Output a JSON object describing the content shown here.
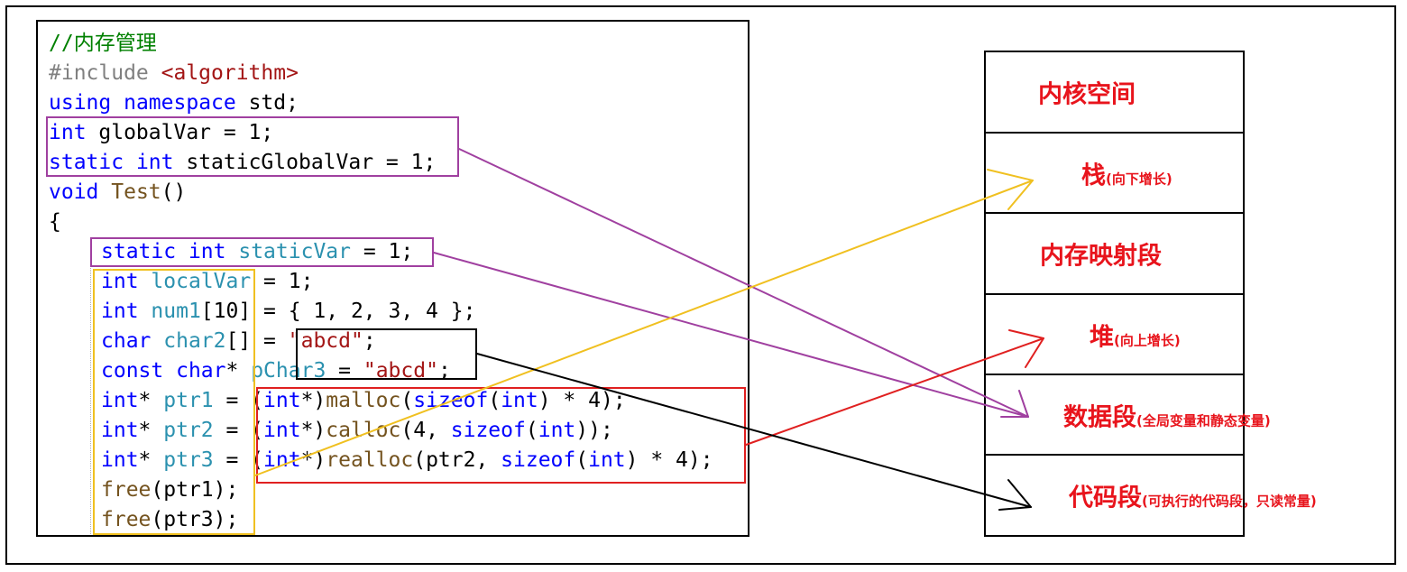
{
  "code": {
    "lines": [
      {
        "indent": false,
        "tokens": [
          {
            "c": "cm",
            "t": "//内存管理"
          }
        ]
      },
      {
        "indent": false,
        "tokens": [
          {
            "c": "pp",
            "t": "#include "
          },
          {
            "c": "str",
            "t": "<algorithm>"
          }
        ]
      },
      {
        "indent": false,
        "tokens": [
          {
            "c": "kw",
            "t": "using"
          },
          {
            "c": "plain",
            "t": " "
          },
          {
            "c": "kw",
            "t": "namespace"
          },
          {
            "c": "plain",
            "t": " std;"
          }
        ]
      },
      {
        "indent": false,
        "tokens": [
          {
            "c": "kw",
            "t": "int"
          },
          {
            "c": "plain",
            "t": " globalVar = 1;"
          }
        ]
      },
      {
        "indent": false,
        "tokens": [
          {
            "c": "kw",
            "t": "static"
          },
          {
            "c": "plain",
            "t": " "
          },
          {
            "c": "kw",
            "t": "int"
          },
          {
            "c": "plain",
            "t": " staticGlobalVar = 1;"
          }
        ]
      },
      {
        "indent": false,
        "tokens": [
          {
            "c": "kw",
            "t": "void"
          },
          {
            "c": "plain",
            "t": " "
          },
          {
            "c": "fn",
            "t": "Test"
          },
          {
            "c": "plain",
            "t": "()"
          }
        ]
      },
      {
        "indent": false,
        "tokens": [
          {
            "c": "plain",
            "t": "{"
          }
        ]
      },
      {
        "indent": true,
        "tokens": [
          {
            "c": "kw",
            "t": "static"
          },
          {
            "c": "plain",
            "t": " "
          },
          {
            "c": "kw",
            "t": "int"
          },
          {
            "c": "plain",
            "t": " "
          },
          {
            "c": "ty",
            "t": "staticVar"
          },
          {
            "c": "plain",
            "t": " = 1;"
          }
        ]
      },
      {
        "indent": true,
        "tokens": [
          {
            "c": "kw",
            "t": "int"
          },
          {
            "c": "plain",
            "t": " "
          },
          {
            "c": "ty",
            "t": "localVar"
          },
          {
            "c": "plain",
            "t": " = 1;"
          }
        ]
      },
      {
        "indent": true,
        "tokens": [
          {
            "c": "kw",
            "t": "int"
          },
          {
            "c": "plain",
            "t": " "
          },
          {
            "c": "ty",
            "t": "num1"
          },
          {
            "c": "plain",
            "t": "[10] = { 1, 2, 3, 4 };"
          }
        ]
      },
      {
        "indent": true,
        "tokens": [
          {
            "c": "kw",
            "t": "char"
          },
          {
            "c": "plain",
            "t": " "
          },
          {
            "c": "ty",
            "t": "char2"
          },
          {
            "c": "plain",
            "t": "[] = "
          },
          {
            "c": "str",
            "t": "\"abcd\""
          },
          {
            "c": "plain",
            "t": ";"
          }
        ]
      },
      {
        "indent": true,
        "tokens": [
          {
            "c": "kw",
            "t": "const"
          },
          {
            "c": "plain",
            "t": " "
          },
          {
            "c": "kw",
            "t": "char"
          },
          {
            "c": "plain",
            "t": "* "
          },
          {
            "c": "ty",
            "t": "pChar3"
          },
          {
            "c": "plain",
            "t": " = "
          },
          {
            "c": "str",
            "t": "\"abcd\""
          },
          {
            "c": "plain",
            "t": ";"
          }
        ]
      },
      {
        "indent": true,
        "tokens": [
          {
            "c": "kw",
            "t": "int"
          },
          {
            "c": "plain",
            "t": "* "
          },
          {
            "c": "ty",
            "t": "ptr1"
          },
          {
            "c": "plain",
            "t": " = ("
          },
          {
            "c": "kw",
            "t": "int"
          },
          {
            "c": "plain",
            "t": "*)"
          },
          {
            "c": "fn",
            "t": "malloc"
          },
          {
            "c": "plain",
            "t": "("
          },
          {
            "c": "kw",
            "t": "sizeof"
          },
          {
            "c": "plain",
            "t": "("
          },
          {
            "c": "kw",
            "t": "int"
          },
          {
            "c": "plain",
            "t": ") * 4);"
          }
        ]
      },
      {
        "indent": true,
        "tokens": [
          {
            "c": "kw",
            "t": "int"
          },
          {
            "c": "plain",
            "t": "* "
          },
          {
            "c": "ty",
            "t": "ptr2"
          },
          {
            "c": "plain",
            "t": " = ("
          },
          {
            "c": "kw",
            "t": "int"
          },
          {
            "c": "plain",
            "t": "*)"
          },
          {
            "c": "fn",
            "t": "calloc"
          },
          {
            "c": "plain",
            "t": "(4, "
          },
          {
            "c": "kw",
            "t": "sizeof"
          },
          {
            "c": "plain",
            "t": "("
          },
          {
            "c": "kw",
            "t": "int"
          },
          {
            "c": "plain",
            "t": "));"
          }
        ]
      },
      {
        "indent": true,
        "tokens": [
          {
            "c": "kw",
            "t": "int"
          },
          {
            "c": "plain",
            "t": "* "
          },
          {
            "c": "ty",
            "t": "ptr3"
          },
          {
            "c": "plain",
            "t": " = ("
          },
          {
            "c": "kw",
            "t": "int"
          },
          {
            "c": "plain",
            "t": "*)"
          },
          {
            "c": "fn",
            "t": "realloc"
          },
          {
            "c": "plain",
            "t": "(ptr2, "
          },
          {
            "c": "kw",
            "t": "sizeof"
          },
          {
            "c": "plain",
            "t": "("
          },
          {
            "c": "kw",
            "t": "int"
          },
          {
            "c": "plain",
            "t": ") * 4);"
          }
        ]
      },
      {
        "indent": true,
        "tokens": [
          {
            "c": "fn",
            "t": "free"
          },
          {
            "c": "plain",
            "t": "(ptr1);"
          }
        ]
      },
      {
        "indent": true,
        "tokens": [
          {
            "c": "fn",
            "t": "free"
          },
          {
            "c": "plain",
            "t": "(ptr3);"
          }
        ]
      }
    ]
  },
  "segments": [
    {
      "main": "内核空间",
      "note": ""
    },
    {
      "main": "栈",
      "note": "(向下增长)"
    },
    {
      "main": "内存映射段",
      "note": ""
    },
    {
      "main": "堆",
      "note": "(向上增长)"
    },
    {
      "main": "数据段",
      "note": "(全局变量和静态变量)"
    },
    {
      "main": "代码段",
      "note": "(可执行的代码段，只读常量)"
    }
  ],
  "colors": {
    "globals": "#a040a0",
    "stack": "#f0c020",
    "heap": "#e02020",
    "code": "#000000",
    "label": "#e8141c"
  }
}
